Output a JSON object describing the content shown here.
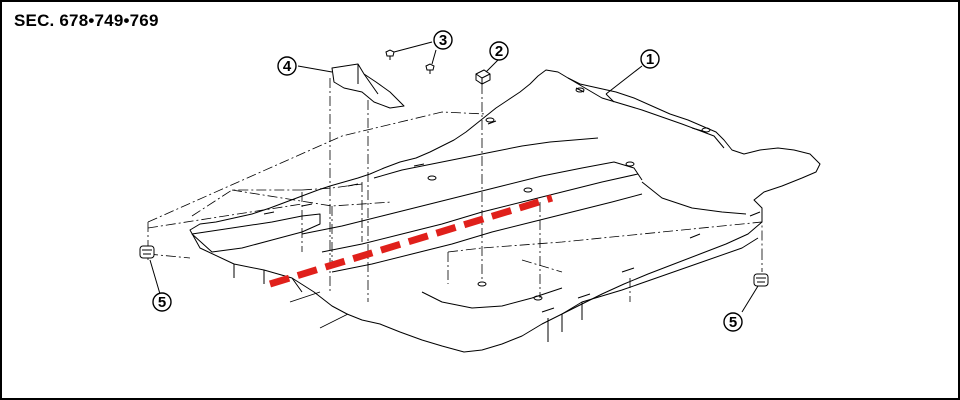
{
  "section_code": "SEC. 678•749•769",
  "callouts": [
    {
      "id": "1",
      "label": "1",
      "part": "floor-carpet"
    },
    {
      "id": "2",
      "label": "2",
      "part": "clip"
    },
    {
      "id": "3",
      "label": "3",
      "part": "clips"
    },
    {
      "id": "4",
      "label": "4",
      "part": "heel-pad"
    },
    {
      "id": "5a",
      "label": "5",
      "part": "grommet-left"
    },
    {
      "id": "5b",
      "label": "5",
      "part": "grommet-right"
    }
  ],
  "colors": {
    "line": "#000000",
    "highlight": "#e0201b",
    "background": "#ffffff"
  }
}
